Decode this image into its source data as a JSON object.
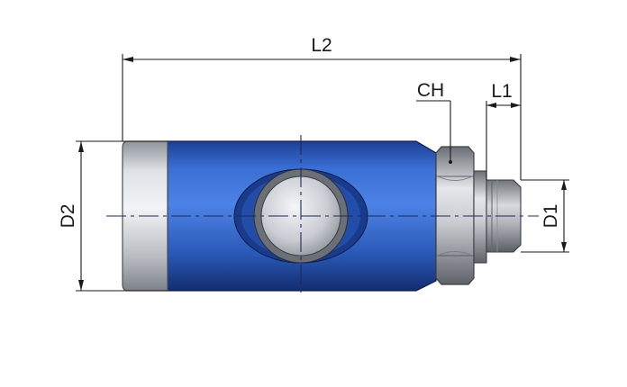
{
  "labels": {
    "l2": "L2",
    "ch": "CH",
    "l1": "L1",
    "d2": "D2",
    "d1": "D1"
  },
  "colors": {
    "body_blue": "#2f5fc0",
    "body_blue_dark": "#16327a",
    "steel": "#b8bcc2",
    "steel_dark": "#55595f",
    "line": "#1a1a1a"
  }
}
